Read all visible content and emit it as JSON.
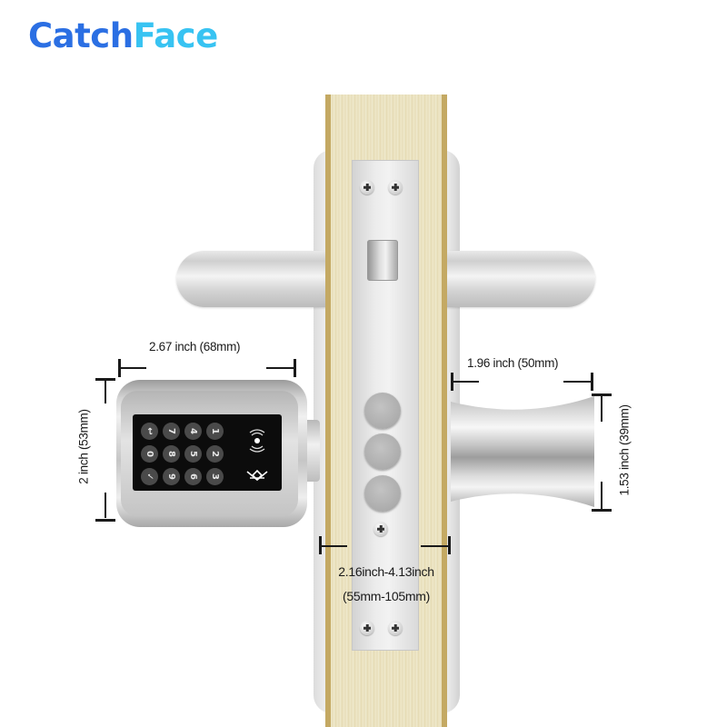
{
  "brand": {
    "name_part1": "Catch",
    "name_part2": "Face",
    "primary_color": "#2b6fe3",
    "accent_color": "#38c3f2"
  },
  "diagram": {
    "subject": "smart cylinder lock with keypad installed on door",
    "dimensions": {
      "lock_width": "2.67 inch (68mm)",
      "lock_height": "2 inch (53mm)",
      "knob_width": "1.96 inch (50mm)",
      "knob_height": "1.53 inch (39mm)",
      "door_thickness_range_line1": "2.16inch-4.13inch",
      "door_thickness_range_line2": "(55mm-105mm)"
    },
    "keypad": {
      "keys": [
        [
          "↩",
          "7",
          "4",
          "1"
        ],
        [
          "0",
          "8",
          "5",
          "2"
        ],
        [
          "✓",
          "9",
          "6",
          "3"
        ]
      ],
      "icons": [
        "nfc-icon",
        "bluetooth-icon"
      ]
    },
    "colors": {
      "door_wood": "#ece4c2",
      "door_edge": "#c4a963",
      "metal": "#d9d9d9",
      "keypad_panel": "#0c0c0c"
    }
  }
}
